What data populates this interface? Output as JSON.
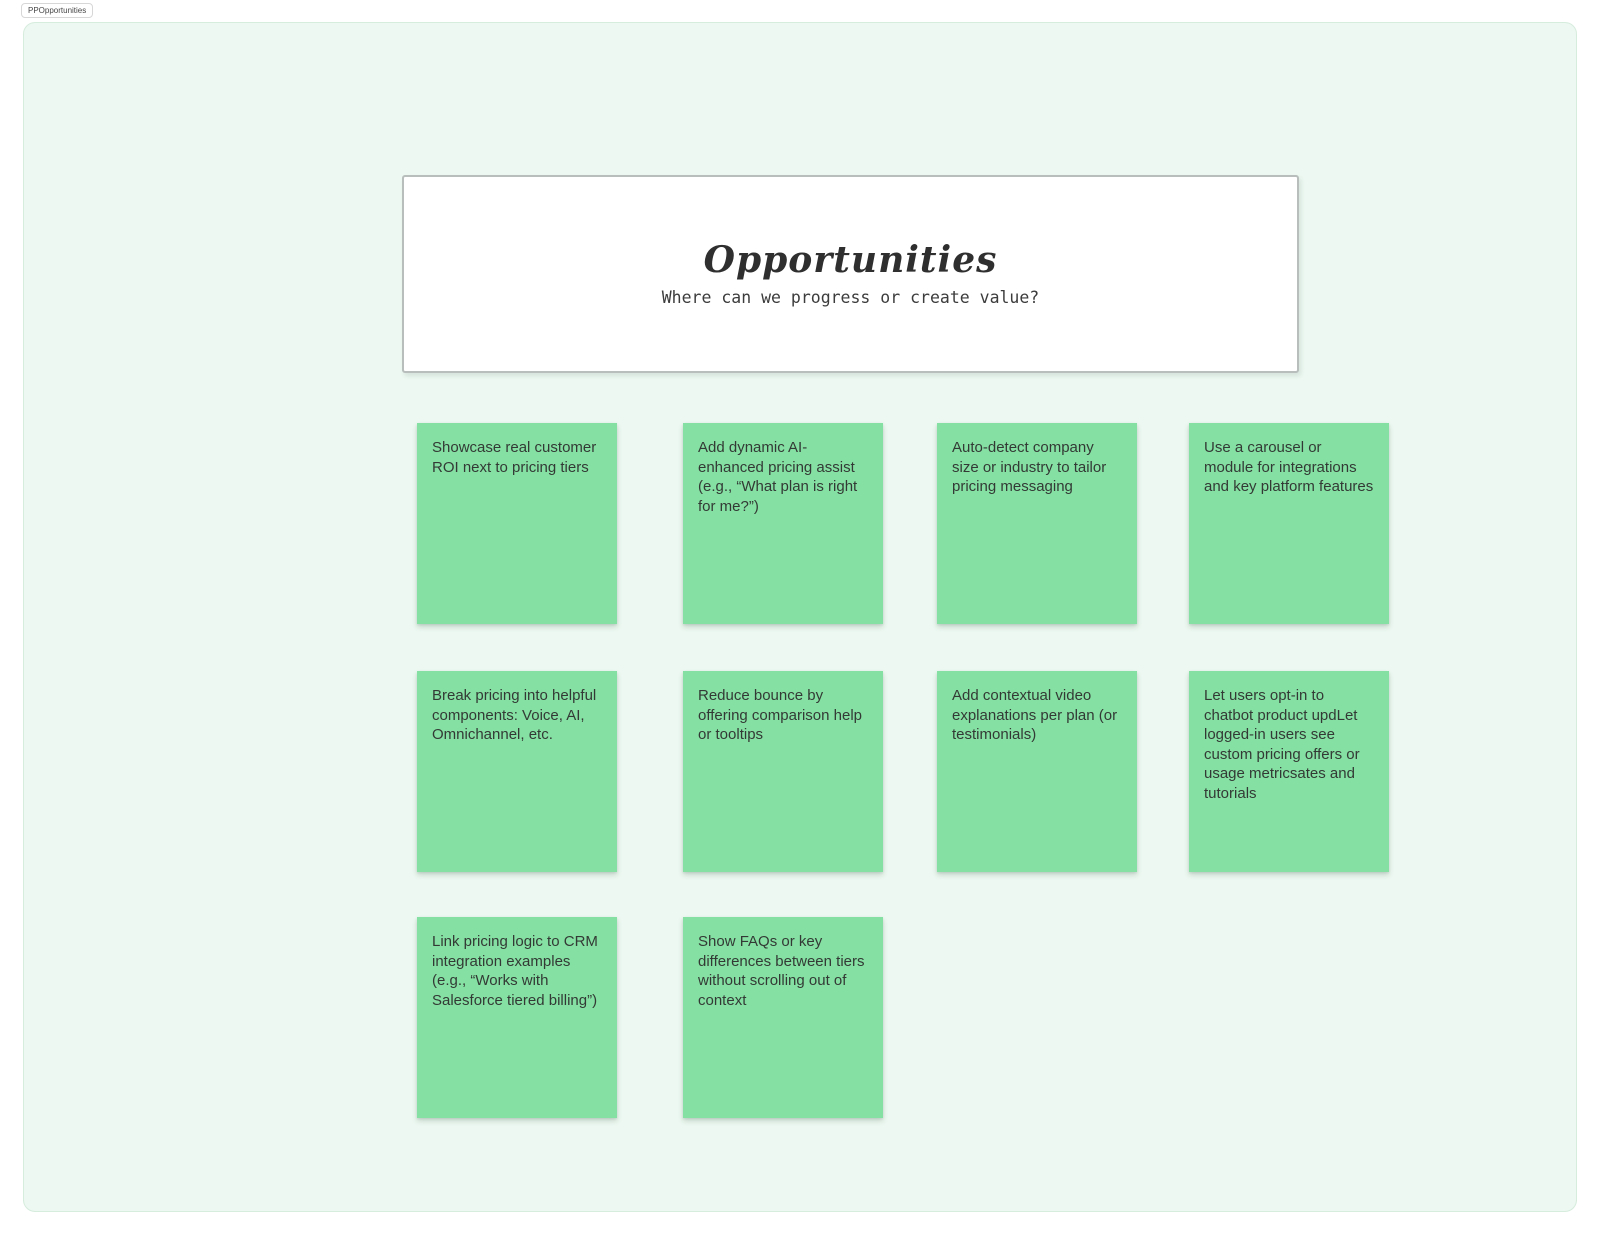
{
  "file_tab": {
    "label": "PPOpportunities"
  },
  "board": {
    "canvas_color": "#ecf8f1",
    "note_color": "#85e0a3"
  },
  "title_frame": {
    "title": "Opportunities",
    "subtitle": "Where can we progress or create value?"
  },
  "notes": [
    {
      "text": "Showcase real customer ROI next to pricing tiers"
    },
    {
      "text": "Add dynamic AI-enhanced pricing assist (e.g., “What plan is right for me?”)"
    },
    {
      "text": "Auto-detect company size or industry to tailor pricing messaging"
    },
    {
      "text": "Use a carousel or module for integrations and key platform features"
    },
    {
      "text": "Break pricing into helpful components: Voice, AI, Omnichannel, etc."
    },
    {
      "text": "Reduce bounce by offering comparison help or tooltips"
    },
    {
      "text": "Add contextual video explanations per plan (or testimonials)"
    },
    {
      "text": "Let users opt-in to chatbot product updLet logged-in users see custom pricing offers or usage metricsates and tutorials"
    },
    {
      "text": "Link pricing logic to CRM integration examples (e.g., “Works with Salesforce tiered billing”)"
    },
    {
      "text": "Show FAQs or key differences between tiers without scrolling out of context"
    }
  ]
}
